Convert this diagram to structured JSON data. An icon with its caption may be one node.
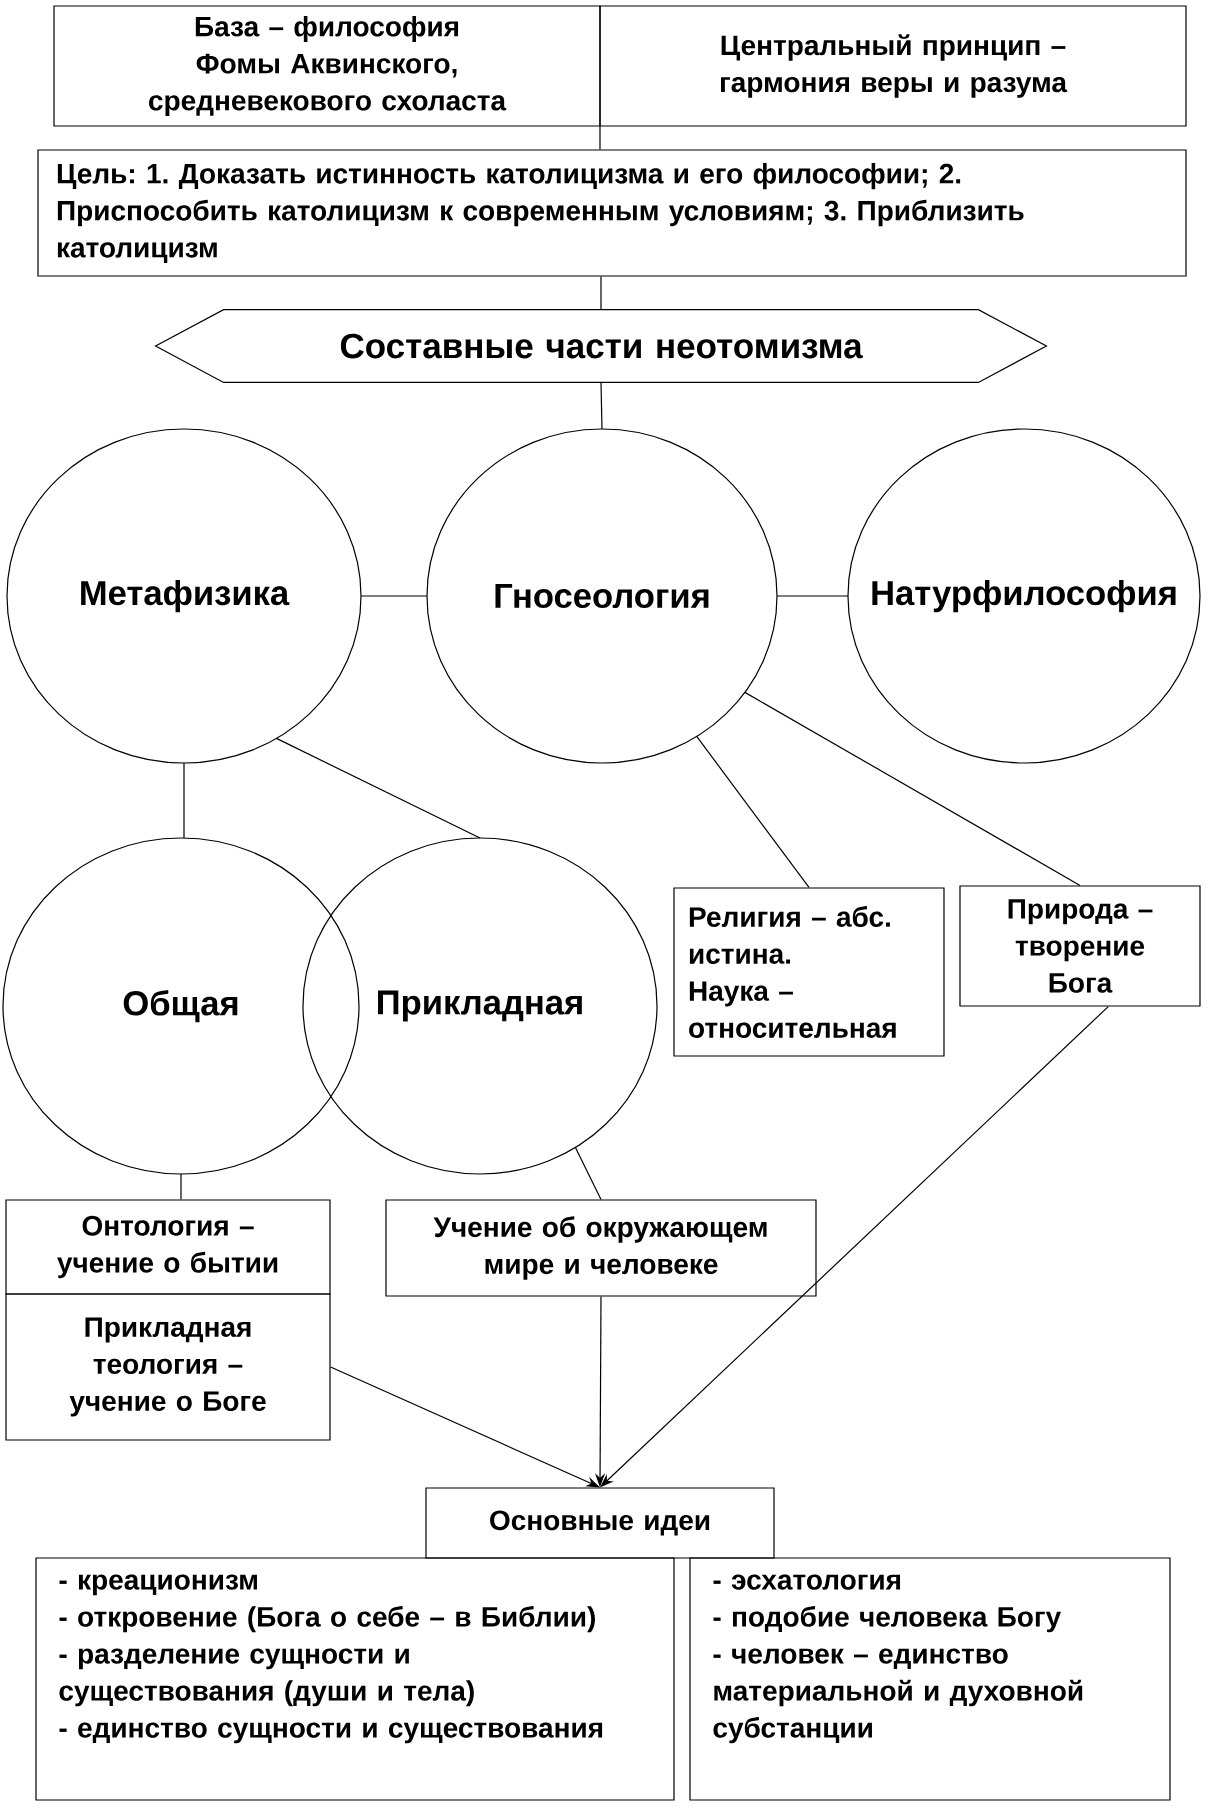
{
  "diagram": {
    "nodes": [
      {
        "text": [
          "База – философия Фомы Аквинского, средневекового схоласта"
        ]
      },
      {
        "text": [
          "Центральный принцип – гармония веры и разума"
        ]
      },
      {
        "text": [
          "Цель: 1. Доказать истинность католицизма и его философии; 2. Приспособить католицизм к современным условиям; 3. Приблизить католицизм"
        ]
      },
      {
        "text": [
          "Составные части неотомизма"
        ]
      },
      {
        "text": [
          "Метафизика"
        ]
      },
      {
        "text": [
          "Гносеология"
        ]
      },
      {
        "text": [
          "Натурфилософия"
        ]
      },
      {
        "text": [
          "Общая"
        ]
      },
      {
        "text": [
          "Прикладная"
        ]
      },
      {
        "text": [
          "Религия – абс. истина.",
          "Наука – относительная"
        ]
      },
      {
        "text": [
          "Природа – творение Бога"
        ]
      },
      {
        "text": [
          "Онтология – учение о бытии"
        ]
      },
      {
        "text": [
          "Прикладная теология – учение о Боге"
        ]
      },
      {
        "text": [
          "Учение об окружающем мире и человеке"
        ]
      },
      {
        "text": [
          "Основные идеи"
        ]
      },
      {
        "text": [
          "- креационизм",
          "- откровение (Бога о себе – в Библии)",
          "- разделение сущности и существования (души и тела)",
          "- единство сущности и существования"
        ]
      },
      {
        "text": [
          "- эсхатология",
          "- подобие человека Богу",
          "- человек – единство материальной и духовной субстанции"
        ]
      }
    ],
    "edges": [
      {
        "from": 0,
        "to": 2,
        "arrow": "none"
      },
      {
        "from": 1,
        "to": 2,
        "arrow": "none"
      },
      {
        "from": 2,
        "to": 3,
        "arrow": "none"
      },
      {
        "from": 3,
        "to": 5,
        "arrow": "none"
      },
      {
        "from": 4,
        "to": 5,
        "arrow": "none"
      },
      {
        "from": 5,
        "to": 6,
        "arrow": "none"
      },
      {
        "from": 4,
        "to": 7,
        "arrow": "none"
      },
      {
        "from": 4,
        "to": 8,
        "arrow": "none"
      },
      {
        "from": 5,
        "to": 9,
        "arrow": "none"
      },
      {
        "from": 5,
        "to": 10,
        "arrow": "none"
      },
      {
        "from": 7,
        "to": 11,
        "arrow": "none"
      },
      {
        "from": 8,
        "to": 13,
        "arrow": "none"
      },
      {
        "from": 12,
        "to": 14,
        "arrow": "to"
      },
      {
        "from": 13,
        "to": 14,
        "arrow": "to"
      },
      {
        "from": 10,
        "to": 14,
        "arrow": "to"
      }
    ]
  }
}
